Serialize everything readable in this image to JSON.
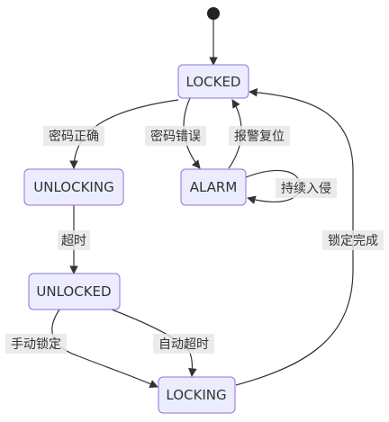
{
  "states": {
    "locked": "LOCKED",
    "unlocking": "UNLOCKING",
    "alarm": "ALARM",
    "unlocked": "UNLOCKED",
    "locking": "LOCKING"
  },
  "transitions": {
    "password_correct": "密码正确",
    "password_wrong": "密码错误",
    "alarm_reset": "报警复位",
    "continuous_intrusion": "持续入侵",
    "timeout": "超时",
    "lock_complete": "锁定完成",
    "manual_lock": "手动锁定",
    "auto_timeout": "自动超时"
  },
  "colors": {
    "state_fill": "#ececff",
    "state_border": "#9370db",
    "edge": "#333333",
    "label_background": "#e8e8e8"
  }
}
